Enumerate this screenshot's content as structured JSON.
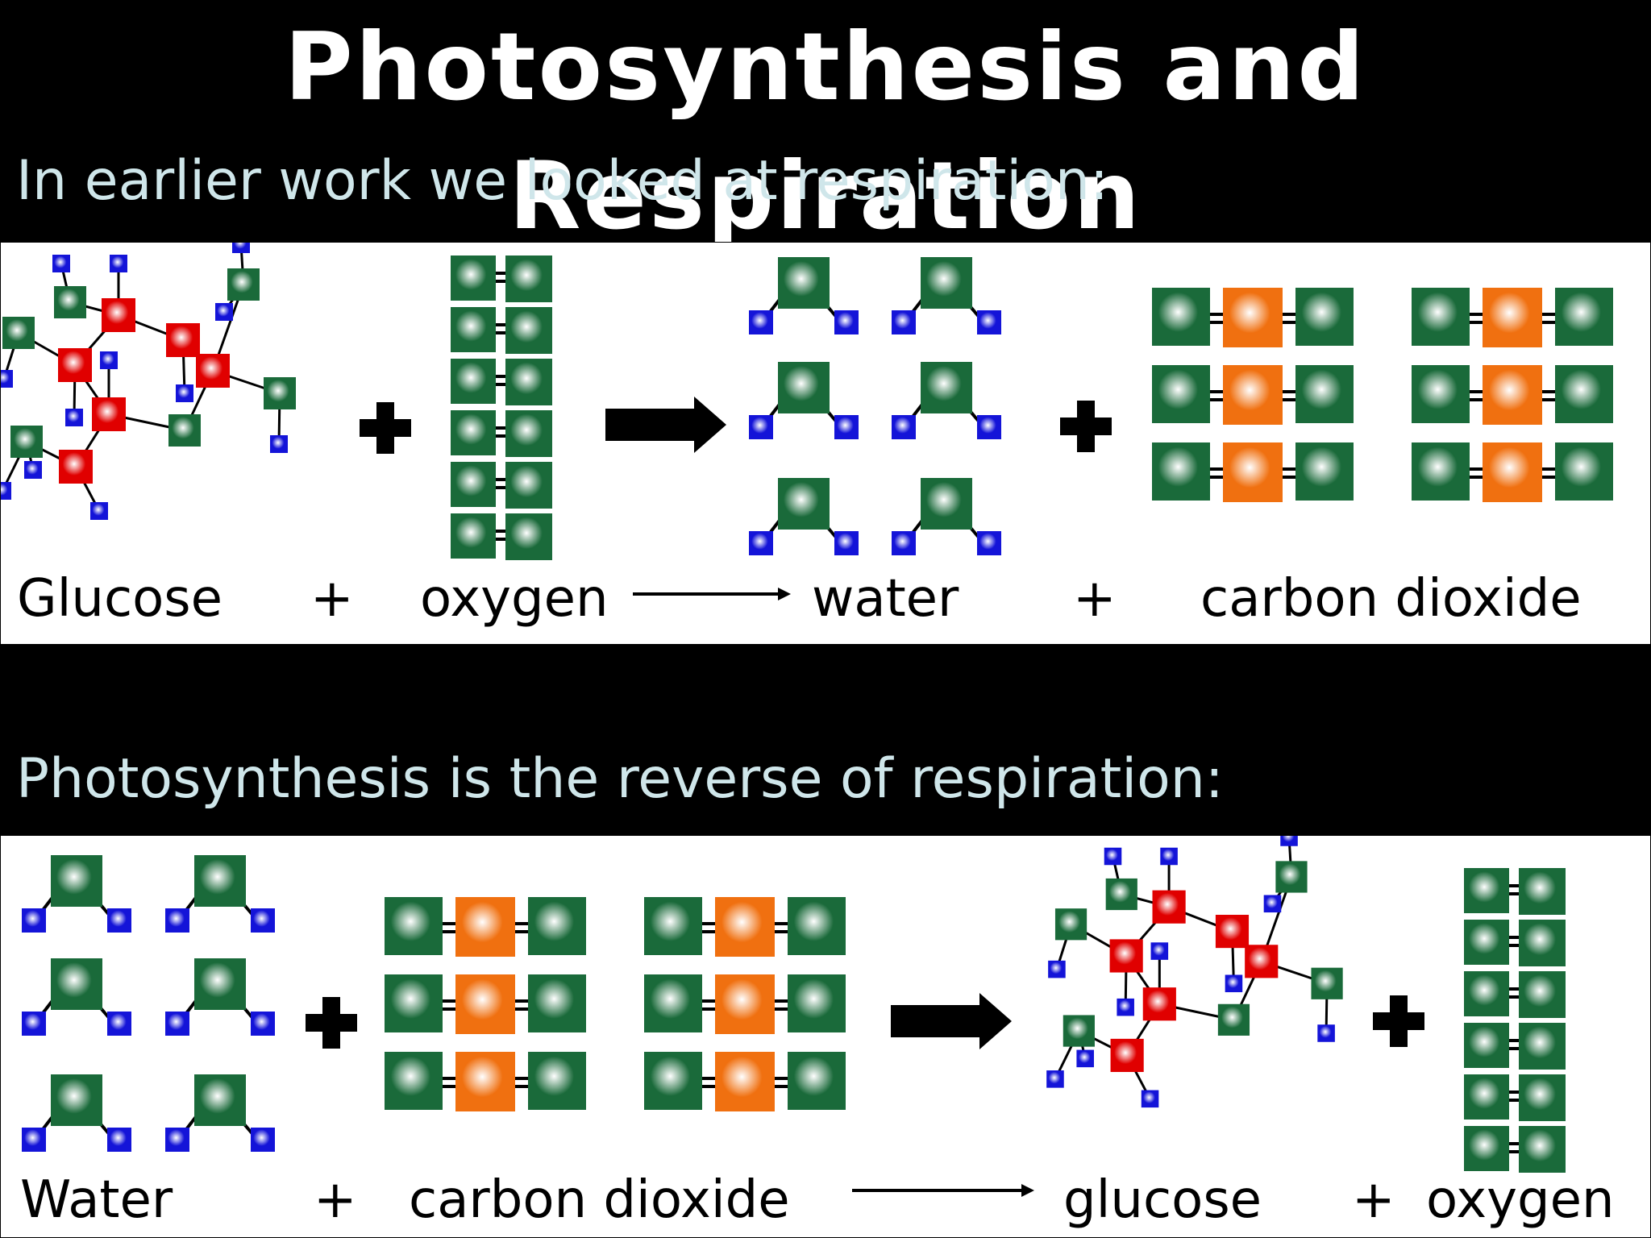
{
  "title": "Photosynthesis and Respiration",
  "respiration": {
    "intro": "In earlier work we looked at respiration:",
    "words": {
      "reactant1": "Glucose",
      "plus1": "+",
      "reactant2": "oxygen",
      "product1": "water",
      "plus2": "+",
      "product2": "carbon dioxide"
    }
  },
  "photosynthesis": {
    "intro": "Photosynthesis is the reverse of respiration:",
    "words": {
      "reactant1": "Water",
      "plus1": "+",
      "reactant2": "carbon dioxide",
      "product1": "glucose",
      "plus2": "+",
      "product2": "oxygen"
    }
  },
  "atom_colors": {
    "carbon": "#e00000",
    "oxygen": "#1a6a3a",
    "hydrogen": "#1414d8",
    "co2_carbon": "#f07010"
  }
}
